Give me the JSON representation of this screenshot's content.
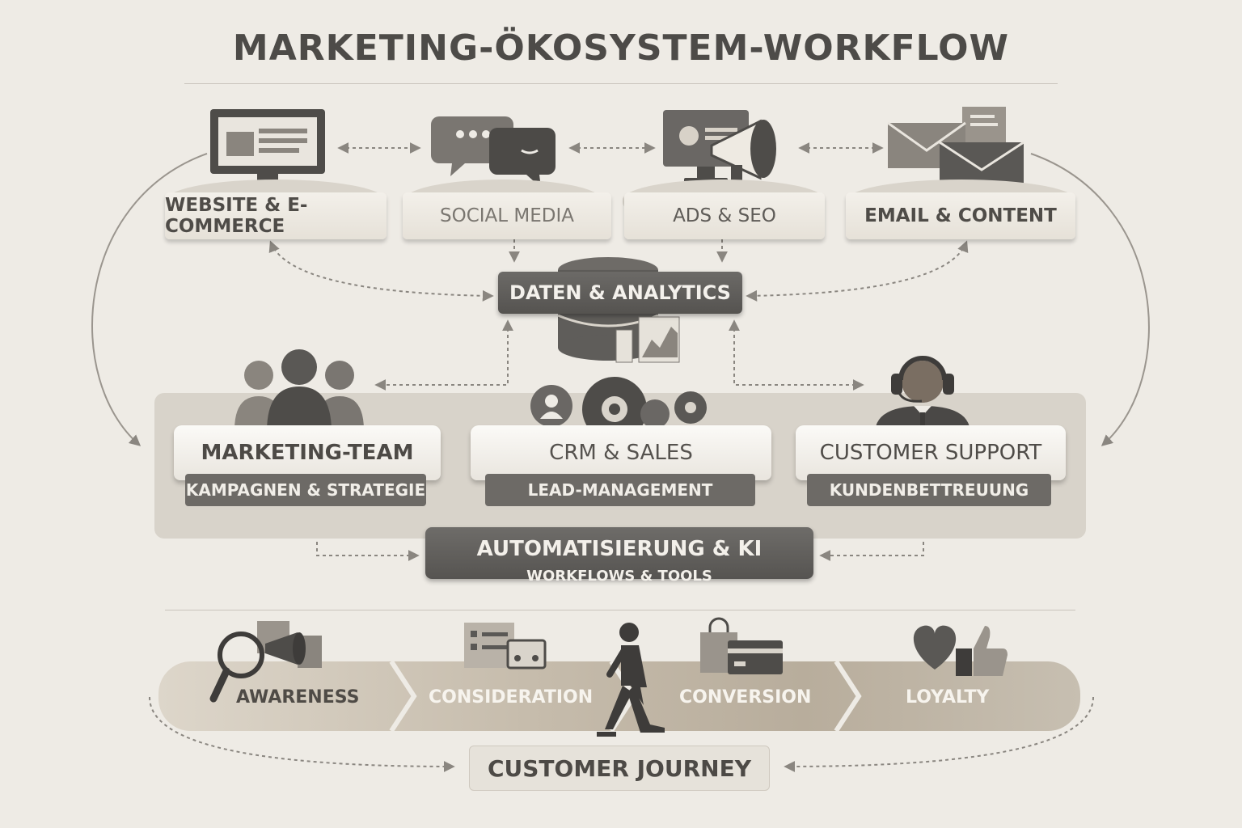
{
  "title": "MARKETING-ÖKOSYSTEM-WORKFLOW",
  "channels": [
    {
      "label": "WEBSITE & E-COMMERCE",
      "icon": "monitor-icon"
    },
    {
      "label": "SOCIAL MEDIA",
      "icon": "chat-bubbles-icon"
    },
    {
      "label": "ADS & SEO",
      "icon": "megaphone-icon"
    },
    {
      "label": "EMAIL & CONTENT",
      "icon": "envelope-icon"
    }
  ],
  "analytics": {
    "label": "DATEN & ANALYTICS",
    "icon": "database-chart-icon"
  },
  "teams": [
    {
      "title": "MARKETING-TEAM",
      "subtitle": "KAMPAGNEN & STRATEGIE",
      "icon": "people-group-icon"
    },
    {
      "title": "CRM & SALES",
      "subtitle": "LEAD-MANAGEMENT",
      "icon": "gears-icon"
    },
    {
      "title": "CUSTOMER SUPPORT",
      "subtitle": "KUNDENBETTREUUNG",
      "icon": "headset-agent-icon"
    }
  ],
  "automation": {
    "title": "AUTOMATISIERUNG & KI",
    "subtitle": "WORKFLOWS & TOOLS"
  },
  "journey": {
    "stages": [
      {
        "label": "AWARENESS",
        "icon": "magnifier-megaphone-icon"
      },
      {
        "label": "CONSIDERATION",
        "icon": "checklist-icon"
      },
      {
        "label": "CONVERSION",
        "icon": "shopping-bag-card-icon"
      },
      {
        "label": "LOYALTY",
        "icon": "heart-thumbs-up-icon"
      }
    ],
    "label": "CUSTOMER JOURNEY",
    "walker_icon": "walking-person-icon"
  },
  "colors": {
    "background": "#eeebe5",
    "dark": "#5a5855",
    "band": "#d8d3ca"
  }
}
